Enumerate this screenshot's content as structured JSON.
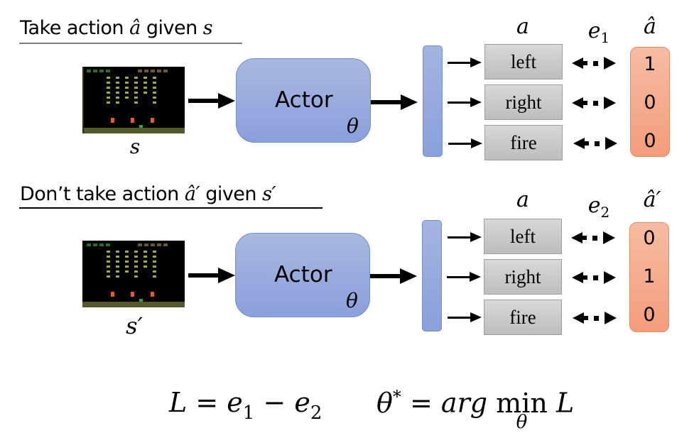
{
  "sections": [
    {
      "heading_prefix": "Take action ",
      "heading_math": "â",
      "heading_mid": " given ",
      "heading_state": "s",
      "state_label": "s",
      "actor_label": "Actor",
      "param_label": "θ",
      "action_header": "a",
      "error_label": "e",
      "error_sub": "1",
      "target_header": "â",
      "actions": [
        "left",
        "right",
        "fire"
      ],
      "target_values": [
        "1",
        "0",
        "0"
      ]
    },
    {
      "heading_prefix": "Don’t take action ",
      "heading_math": "â′",
      "heading_mid": " given ",
      "heading_state": "s′",
      "state_label": "s′",
      "actor_label": "Actor",
      "param_label": "θ",
      "action_header": "a",
      "error_label": "e",
      "error_sub": "2",
      "target_header": "â′",
      "actions": [
        "left",
        "right",
        "fire"
      ],
      "target_values": [
        "0",
        "1",
        "0"
      ]
    }
  ],
  "formula": {
    "loss_lhs": "L",
    "eq": "=",
    "e1": "e",
    "e1_sub": "1",
    "minus": "−",
    "e2": "e",
    "e2_sub": "2",
    "theta_star": "θ",
    "star": "*",
    "eq2": "=",
    "argmin_arg": "arg",
    "min": "min",
    "min_under": "θ",
    "rhs": "L"
  },
  "colors": {
    "actor_fill": "#9aacdf",
    "target_fill": "#f5ad8e",
    "action_fill": "#cccccc"
  }
}
